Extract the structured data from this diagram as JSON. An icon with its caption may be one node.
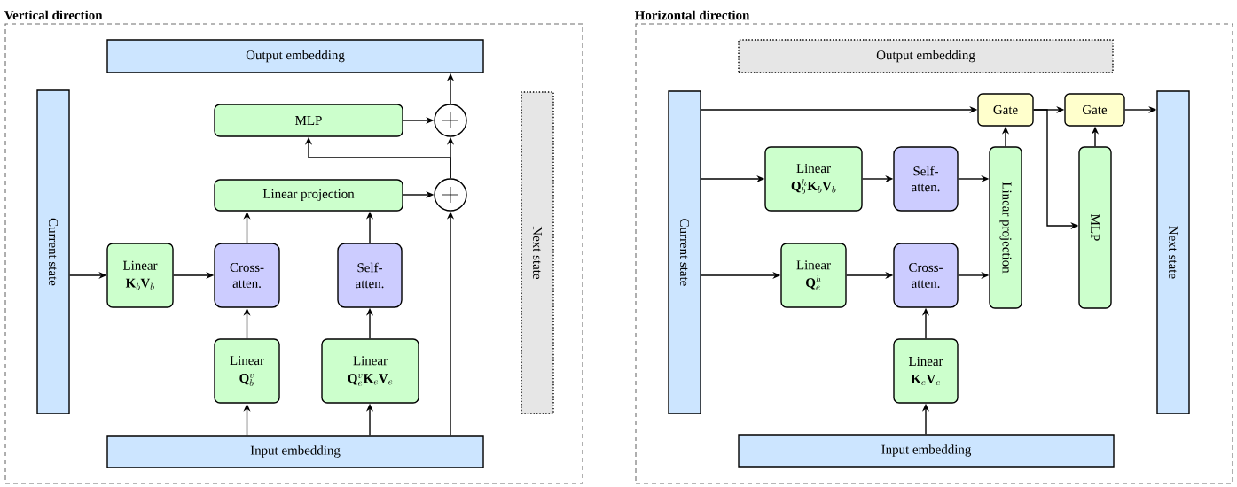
{
  "diagram": {
    "nodes": [
      {
        "text": [
          "Vertical direction"
        ]
      },
      {
        "text": [
          "Output embedding"
        ],
        "in": 0
      },
      {
        "text": [
          "Current state"
        ],
        "in": 0
      },
      {
        "text": [
          "MLP"
        ],
        "in": 0
      },
      {
        "text": [],
        "shape": "circle",
        "in": 0
      },
      {
        "text": [
          "Linear projection"
        ],
        "in": 0
      },
      {
        "text": [],
        "shape": "circle",
        "in": 0
      },
      {
        "text": [
          "Linear",
          "\\mathbf{K}_b\\mathbf{V}_b"
        ],
        "in": 0
      },
      {
        "text": [
          "Cross- atten."
        ],
        "in": 0
      },
      {
        "text": [
          "Self- atten."
        ],
        "in": 0
      },
      {
        "text": [
          "Linear",
          "\\mathbf{Q}_b^v"
        ],
        "in": 0
      },
      {
        "text": [
          "Linear",
          "\\mathbf{Q}_e^v\\mathbf{K}_e\\mathbf{V}_e"
        ],
        "in": 0
      },
      {
        "text": [
          "Input embedding"
        ],
        "in": 0
      },
      {
        "text": [
          "Next state"
        ],
        "in": 0
      },
      {
        "text": [
          "Horizontal direction"
        ]
      },
      {
        "text": [
          "Output embedding"
        ],
        "in": 14
      },
      {
        "text": [
          "Current state"
        ],
        "in": 14
      },
      {
        "text": [
          "Gate"
        ],
        "in": 14
      },
      {
        "text": [
          "Gate"
        ],
        "in": 14
      },
      {
        "text": [
          "Linear",
          "\\mathbf{Q}_b^h\\mathbf{K}_b\\mathbf{V}_b"
        ],
        "in": 14
      },
      {
        "text": [
          "Self- atten."
        ],
        "in": 14
      },
      {
        "text": [
          "Linear projection"
        ],
        "in": 14
      },
      {
        "text": [
          "MLP"
        ],
        "in": 14
      },
      {
        "text": [
          "Linear",
          "\\mathbf{Q}_e^h"
        ],
        "in": 14
      },
      {
        "text": [
          "Cross- atten."
        ],
        "in": 14
      },
      {
        "text": [
          "Linear",
          "\\mathbf{K}_e\\mathbf{V}_e"
        ],
        "in": 14
      },
      {
        "text": [
          "Input embedding"
        ],
        "in": 14
      },
      {
        "text": [
          "Next state"
        ],
        "in": 14
      }
    ],
    "edges": [
      {
        "from": 2,
        "to": 7,
        "arrow": "to"
      },
      {
        "from": 7,
        "to": 8,
        "arrow": "to"
      },
      {
        "from": 10,
        "to": 8,
        "arrow": "to"
      },
      {
        "from": 12,
        "to": 10,
        "arrow": "to"
      },
      {
        "from": 12,
        "to": 11,
        "arrow": "to"
      },
      {
        "from": 11,
        "to": 9,
        "arrow": "to"
      },
      {
        "from": 8,
        "to": 5,
        "arrow": "to"
      },
      {
        "from": 9,
        "to": 5,
        "arrow": "to"
      },
      {
        "from": 5,
        "to": 6,
        "arrow": "to"
      },
      {
        "from": 12,
        "to": 6,
        "arrow": "to"
      },
      {
        "from": 6,
        "to": 4,
        "arrow": "to"
      },
      {
        "from": 6,
        "to": 3,
        "arrow": "to"
      },
      {
        "from": 3,
        "to": 4,
        "arrow": "to"
      },
      {
        "from": 4,
        "to": 1,
        "arrow": "to"
      },
      {
        "from": 16,
        "to": 17,
        "arrow": "to"
      },
      {
        "from": 16,
        "to": 19,
        "arrow": "to"
      },
      {
        "from": 16,
        "to": 23,
        "arrow": "to"
      },
      {
        "from": 19,
        "to": 20,
        "arrow": "to"
      },
      {
        "from": 20,
        "to": 21,
        "arrow": "to"
      },
      {
        "from": 23,
        "to": 24,
        "arrow": "to"
      },
      {
        "from": 25,
        "to": 24,
        "arrow": "to"
      },
      {
        "from": 26,
        "to": 25,
        "arrow": "to"
      },
      {
        "from": 24,
        "to": 21,
        "arrow": "to"
      },
      {
        "from": 21,
        "to": 17,
        "arrow": "to"
      },
      {
        "from": 17,
        "to": 18,
        "arrow": "to"
      },
      {
        "from": 17,
        "to": 22,
        "arrow": "to"
      },
      {
        "from": 22,
        "to": 18,
        "arrow": "to"
      },
      {
        "from": 18,
        "to": 27,
        "arrow": "to"
      }
    ]
  }
}
